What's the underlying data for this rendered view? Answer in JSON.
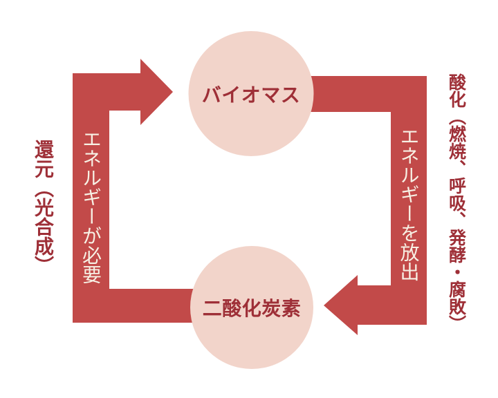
{
  "diagram": {
    "type": "cycle",
    "nodes": {
      "biomass": {
        "label": "バイオマス"
      },
      "co2": {
        "label": "二酸化炭素"
      }
    },
    "arrows": {
      "left_up": {
        "label": "エネルギーが必要",
        "direction": "up, from carbon-dioxide node to biomass node"
      },
      "right_down": {
        "label": "エネルギーを放出",
        "direction": "down, from biomass node to carbon-dioxide node"
      }
    },
    "side_labels": {
      "left": "還元（光合成）",
      "right": "酸化（燃焼、呼吸、発酵・腐敗）"
    },
    "colors": {
      "arrow_red": "#c24a49",
      "node_pink": "#f2d4ca",
      "text_dark_red": "#9e2f37",
      "text_cream": "#f7f0e4",
      "background": "#ffffff"
    }
  }
}
